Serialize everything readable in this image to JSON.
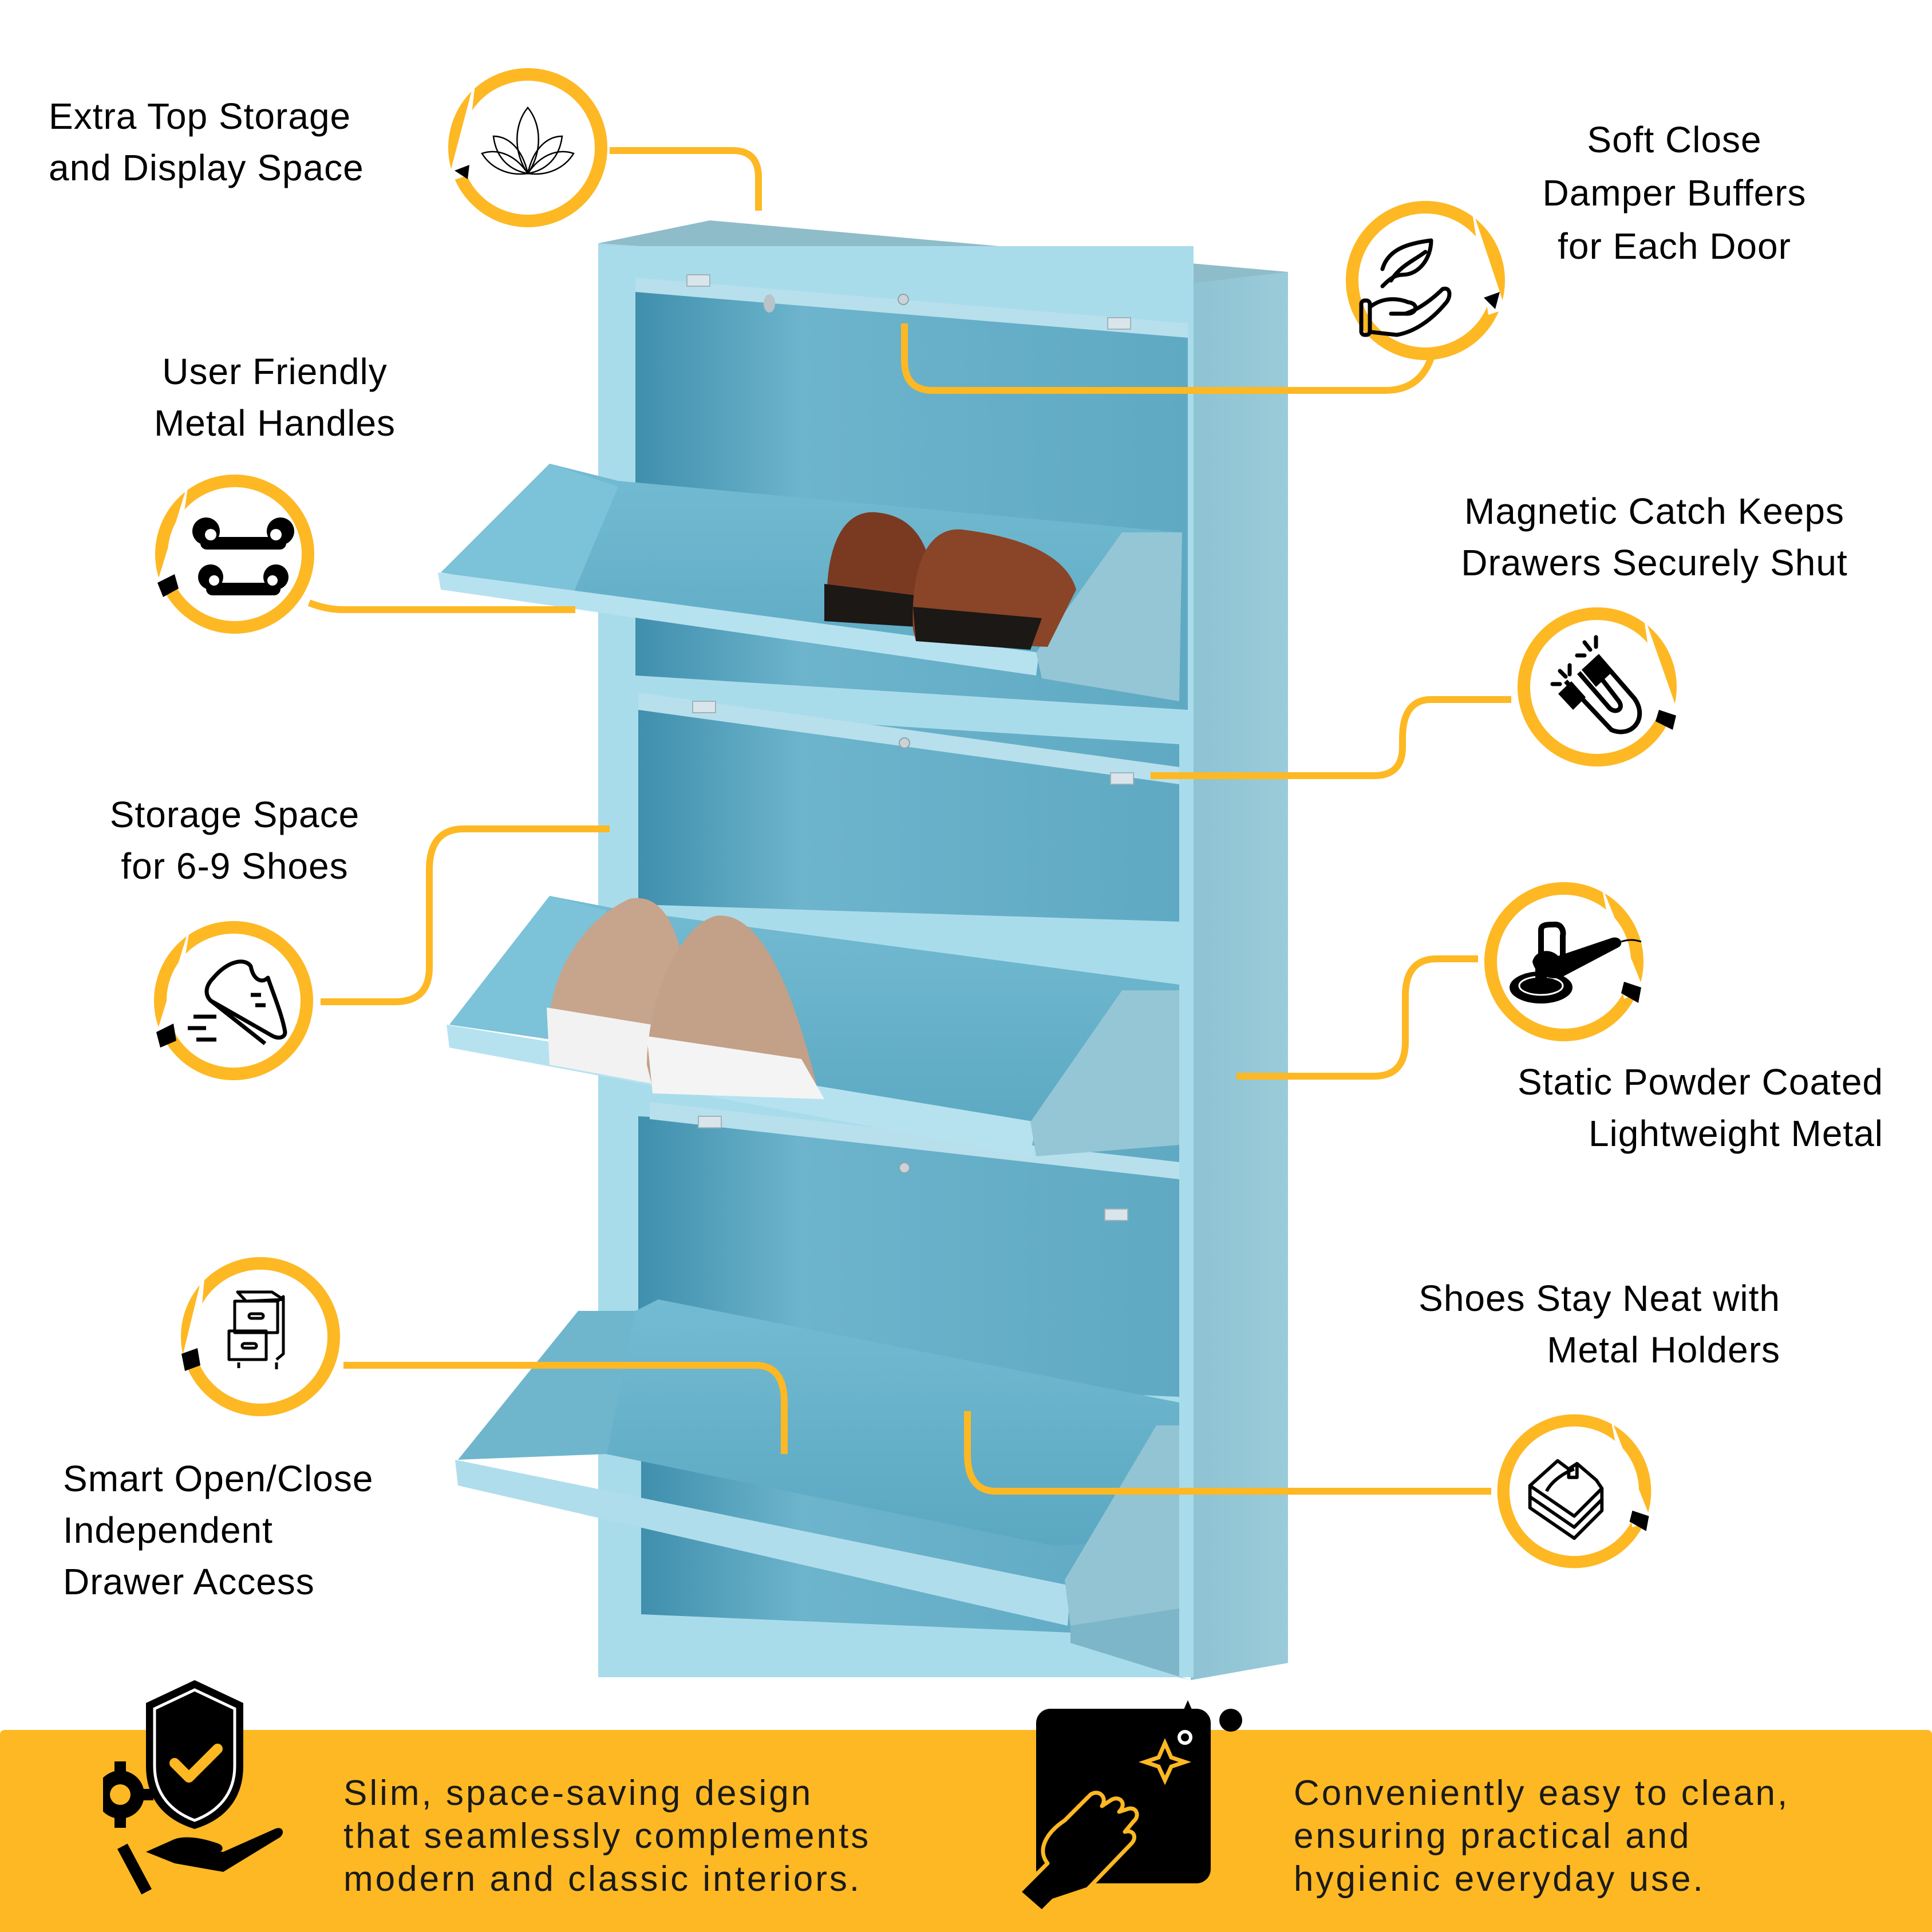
{
  "colors": {
    "accent": "#FDB823",
    "ink": "#000000",
    "cabinet_light": "#A9DCEB",
    "cabinet_mid": "#7CC0D6",
    "cabinet_dark": "#4E9FBA",
    "background": "#FFFFFF"
  },
  "features": [
    {
      "id": "top-storage",
      "icon": "lotus-icon",
      "lines": [
        "Extra Top Storage",
        "and Display Space"
      ]
    },
    {
      "id": "soft-close",
      "icon": "hand-leaf-icon",
      "lines": [
        "Soft Close",
        "Damper Buffers",
        "for Each Door"
      ]
    },
    {
      "id": "handles",
      "icon": "metal-handles-icon",
      "lines": [
        "User Friendly",
        "Metal Handles"
      ]
    },
    {
      "id": "magnetic",
      "icon": "magnet-icon",
      "lines": [
        "Magnetic Catch Keeps",
        "Drawers Securely Shut"
      ]
    },
    {
      "id": "capacity",
      "icon": "running-shoe-icon",
      "lines": [
        "Storage Space",
        "for 6-9 Shoes"
      ]
    },
    {
      "id": "powder-coat",
      "icon": "polisher-icon",
      "lines": [
        "Static Powder Coated",
        "Lightweight Metal"
      ]
    },
    {
      "id": "holders",
      "icon": "folded-stack-icon",
      "lines": [
        "Shoes Stay Neat with",
        "Metal Holders"
      ]
    },
    {
      "id": "drawer-access",
      "icon": "drawer-cabinet-icon",
      "lines": [
        "Smart Open/Close",
        "Independent",
        "Drawer Access"
      ]
    }
  ],
  "bottom_band": {
    "items": [
      {
        "icon": "shield-check-gear-hand-icon",
        "lines": [
          "Slim, space-saving design",
          "that seamlessly complements",
          "modern and classic interiors."
        ]
      },
      {
        "icon": "hand-wipe-sparkle-icon",
        "lines": [
          "Conveniently easy to clean,",
          "ensuring practical and",
          "hygienic everyday use."
        ]
      }
    ]
  },
  "product": {
    "name": "shoe-cabinet",
    "drawers": 3,
    "shoes": [
      "brown-leather-loafers",
      "beige-knit-sneakers"
    ]
  }
}
